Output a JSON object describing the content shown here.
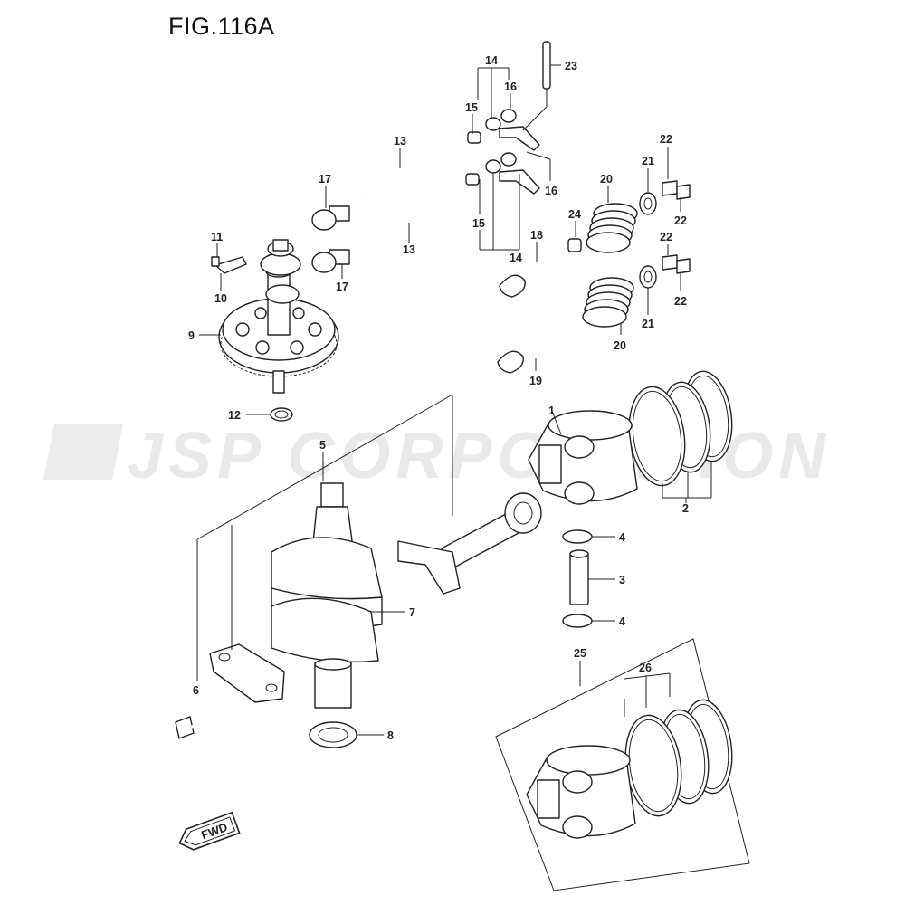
{
  "figure": {
    "title": "FIG.116A"
  },
  "watermark": {
    "text": "JSP CORPORATION"
  },
  "direction_badge": {
    "text": "FWD"
  },
  "callouts": [
    "1",
    "2",
    "3",
    "4",
    "4",
    "5",
    "6",
    "7",
    "8",
    "9",
    "10",
    "11",
    "12",
    "13",
    "13",
    "14",
    "14",
    "15",
    "15",
    "16",
    "16",
    "17",
    "17",
    "18",
    "19",
    "20",
    "20",
    "21",
    "21",
    "22",
    "22",
    "22",
    "22",
    "23",
    "24",
    "25",
    "26"
  ]
}
